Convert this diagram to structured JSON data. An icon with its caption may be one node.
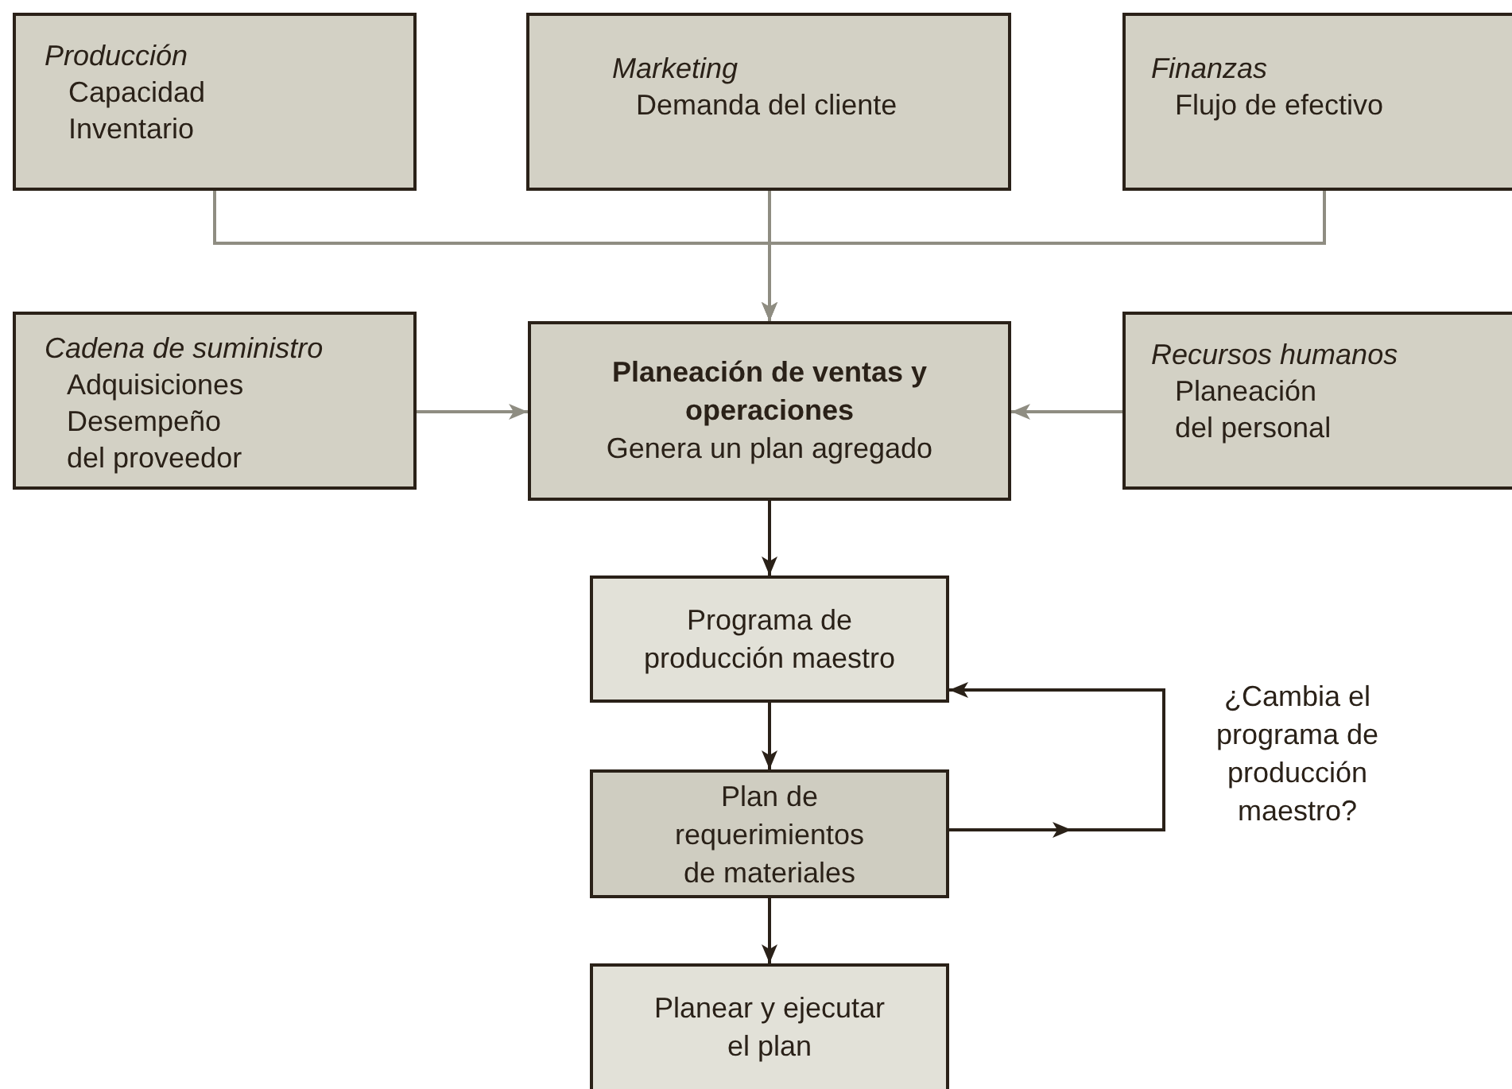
{
  "diagram": {
    "nodes": [
      {
        "text": [
          "Producción",
          "Capacidad",
          "Inventario"
        ]
      },
      {
        "text": [
          "Marketing",
          "Demanda del cliente"
        ]
      },
      {
        "text": [
          "Finanzas",
          "Flujo de efectivo"
        ]
      },
      {
        "text": [
          "Cadena de suministro",
          "Adquisiciones",
          "Desempeño del proveedor"
        ]
      },
      {
        "text": [
          "Planeación de ventas y operaciones",
          "Genera un plan agregado"
        ]
      },
      {
        "text": [
          "Recursos humanos",
          "Planeación del personal"
        ]
      },
      {
        "text": [
          "Programa de producción maestro"
        ]
      },
      {
        "text": [
          "Plan de requerimientos de materiales"
        ]
      },
      {
        "text": [
          "Planear y ejecutar el plan"
        ]
      }
    ],
    "edges": [
      {
        "from": 0,
        "to": 4,
        "arrow": "to",
        "color": "#8f8d82"
      },
      {
        "from": 1,
        "to": 4,
        "arrow": "to",
        "color": "#8f8d82"
      },
      {
        "from": 2,
        "to": 4,
        "arrow": "to",
        "color": "#8f8d82"
      },
      {
        "from": 3,
        "to": 4,
        "arrow": "to",
        "color": "#8f8d82"
      },
      {
        "from": 5,
        "to": 4,
        "arrow": "to",
        "color": "#8f8d82"
      },
      {
        "from": 4,
        "to": 6,
        "arrow": "to",
        "color": "#2a2118"
      },
      {
        "from": 6,
        "to": 7,
        "arrow": "to",
        "color": "#2a2118"
      },
      {
        "from": 7,
        "to": 8,
        "arrow": "to",
        "color": "#2a2118"
      },
      {
        "from": 7,
        "to": 6,
        "arrow": "to",
        "color": "#2a2118",
        "label": "¿Cambia el programa de producción maestro?"
      }
    ]
  }
}
